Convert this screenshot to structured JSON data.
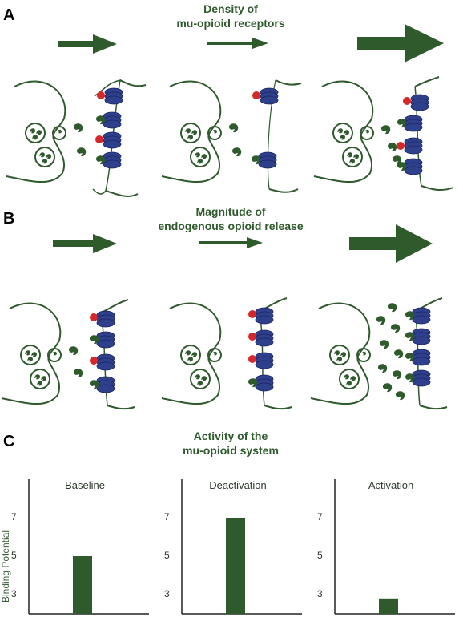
{
  "panels": {
    "A": {
      "letter": "A",
      "title_line1": "Density of",
      "title_line2": "mu-opioid receptors"
    },
    "B": {
      "letter": "B",
      "title_line1": "Magnitude of",
      "title_line2": "endogenous opioid release"
    },
    "C": {
      "letter": "C",
      "title_line1": "Activity of the",
      "title_line2": "mu-opioid system"
    }
  },
  "colors": {
    "green": "#2e5a2c",
    "blue": "#2e3f8c",
    "red": "#d62828",
    "title_green": "#2f5a2c"
  },
  "chart_data": {
    "type": "bar",
    "ylabel": "Binding Potential",
    "yticks": [
      3,
      5,
      7
    ],
    "ylim": [
      2,
      9
    ],
    "panels": [
      {
        "title": "Baseline",
        "value": 5
      },
      {
        "title": "Deactivation",
        "value": 7
      },
      {
        "title": "Activation",
        "value": 2.8
      }
    ]
  }
}
